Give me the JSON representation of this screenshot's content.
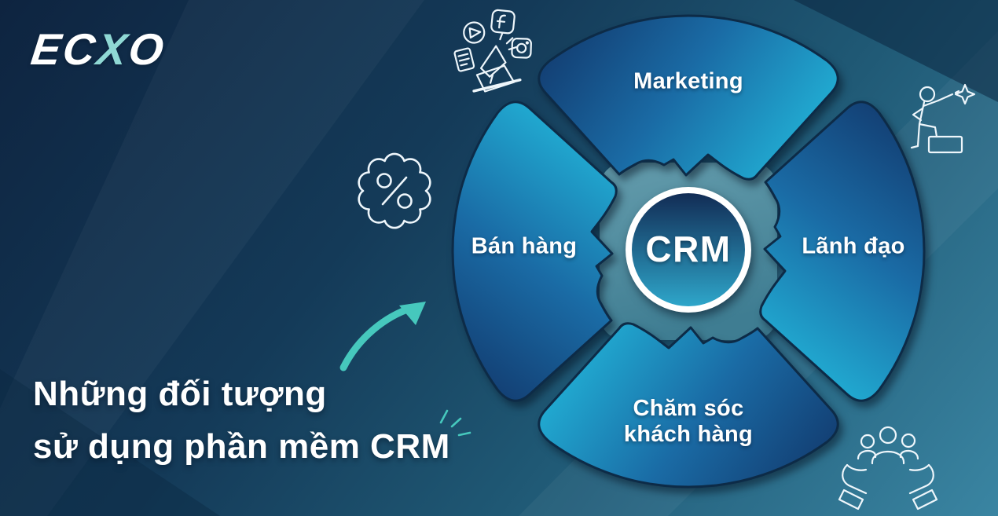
{
  "brand": {
    "logo_ec": "EC",
    "logo_x": "X",
    "logo_o": "O"
  },
  "heading": {
    "line1": "Những đối tượng",
    "line2": "sử dụng phần mềm CRM"
  },
  "diagram": {
    "center_label": "CRM",
    "segments": [
      {
        "id": "marketing",
        "label": "Marketing",
        "position": "top"
      },
      {
        "id": "sales",
        "label": "Bán hàng",
        "position": "left"
      },
      {
        "id": "leadership",
        "label": "Lãnh đạo",
        "position": "right"
      },
      {
        "id": "customer-care",
        "label_line1": "Chăm sóc",
        "label_line2": "khách hàng",
        "position": "bottom"
      }
    ]
  },
  "icon_names": [
    "social-media-marketing-icon",
    "discount-badge-icon",
    "leadership-star-icon",
    "customer-care-hands-icon",
    "arrow-doodle-icon",
    "sparkle-accent-icon"
  ],
  "colors": {
    "background_dark": "#0e2440",
    "background_teal": "#3a85a2",
    "wedge_dark": "#123a6e",
    "wedge_mid": "#1a6ba5",
    "wedge_bright": "#21aed4",
    "blob_steel": "#4f8ba0",
    "outline_navy": "#0d2b47",
    "center_ring": "#ffffff",
    "accent_teal": "#46c8bd",
    "logo_x_teal": "#8fd8d4",
    "text_white": "#ffffff"
  }
}
